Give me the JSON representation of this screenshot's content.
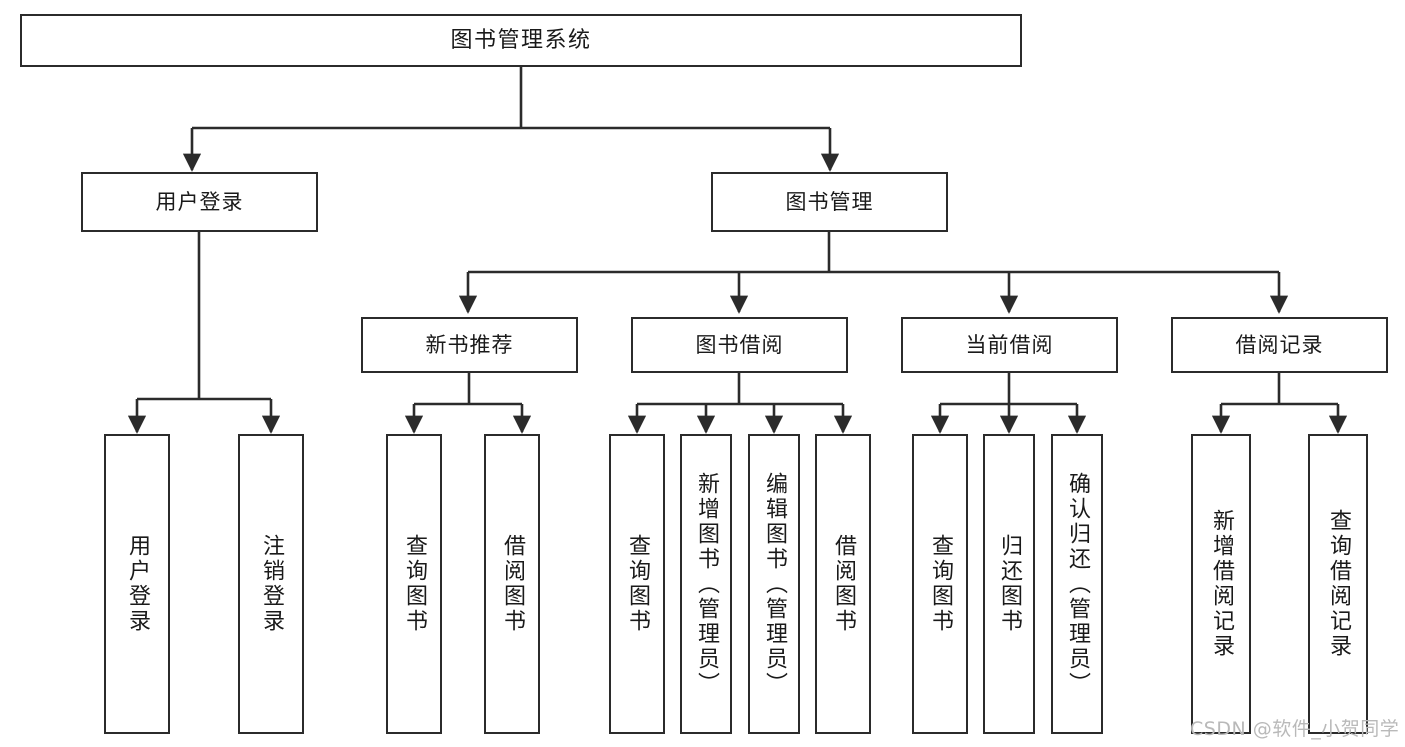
{
  "diagram": {
    "type": "tree-hierarchy",
    "title": "图书管理系统",
    "orientation": "top-down",
    "watermark": "CSDN @软件_小贺同学",
    "colors": {
      "stroke": "#2b2b2b",
      "fill": "#ffffff",
      "text": "#1a1a1a",
      "watermark": "#b9b9b9"
    },
    "nodes": {
      "root": {
        "label": "图书管理系统"
      },
      "level1": [
        {
          "id": "user-login",
          "label": "用户登录"
        },
        {
          "id": "book-manage",
          "label": "图书管理"
        }
      ],
      "level2": [
        {
          "id": "new-book-rec",
          "label": "新书推荐"
        },
        {
          "id": "book-borrow",
          "label": "图书借阅"
        },
        {
          "id": "current-borrow",
          "label": "当前借阅"
        },
        {
          "id": "borrow-record",
          "label": "借阅记录"
        }
      ],
      "leaves": {
        "user_login": [
          {
            "id": "leaf-user-login",
            "label": "用户登录"
          },
          {
            "id": "leaf-logout",
            "label": "注销登录"
          }
        ],
        "new_book_rec": [
          {
            "id": "leaf-query-book-1",
            "label": "查询图书"
          },
          {
            "id": "leaf-borrow-book-1",
            "label": "借阅图书"
          }
        ],
        "book_borrow": [
          {
            "id": "leaf-query-book-2",
            "label": "查询图书"
          },
          {
            "id": "leaf-add-book",
            "label": "新增图书（管理员）"
          },
          {
            "id": "leaf-edit-book",
            "label": "编辑图书（管理员）"
          },
          {
            "id": "leaf-borrow-book-2",
            "label": "借阅图书"
          }
        ],
        "current_borrow": [
          {
            "id": "leaf-query-book-3",
            "label": "查询图书"
          },
          {
            "id": "leaf-return-book",
            "label": "归还图书"
          },
          {
            "id": "leaf-confirm-return",
            "label": "确认归还（管理员）"
          }
        ],
        "borrow_record": [
          {
            "id": "leaf-add-record",
            "label": "新增借阅记录"
          },
          {
            "id": "leaf-query-record",
            "label": "查询借阅记录"
          }
        ]
      }
    }
  }
}
